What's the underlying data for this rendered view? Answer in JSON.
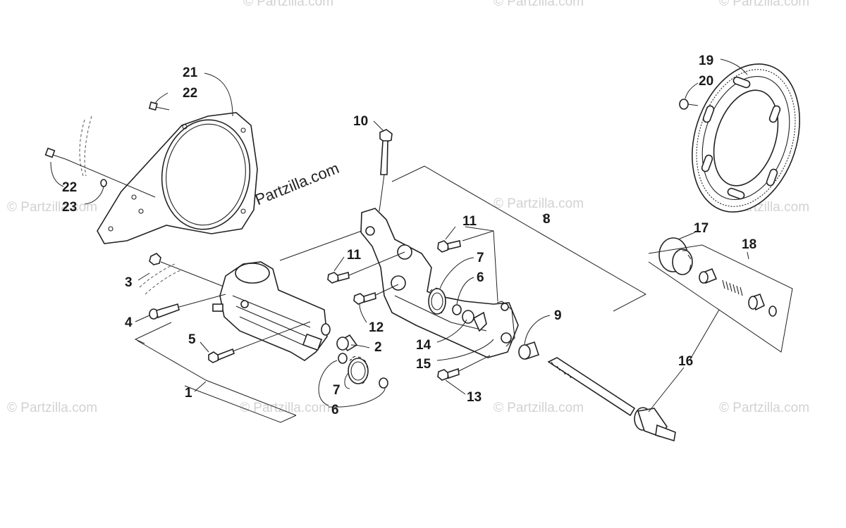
{
  "watermark": {
    "main": "© Partzilla.com",
    "repeat": "© Partzilla.com"
  },
  "callouts": {
    "c1": "1",
    "c2": "2",
    "c3": "3",
    "c4": "4",
    "c5": "5",
    "c6a": "6",
    "c6b": "6",
    "c7a": "7",
    "c7b": "7",
    "c8": "8",
    "c9": "9",
    "c10": "10",
    "c11a": "11",
    "c11b": "11",
    "c12": "12",
    "c13": "13",
    "c14": "14",
    "c15": "15",
    "c16": "16",
    "c17": "17",
    "c18": "18",
    "c19": "19",
    "c20": "20",
    "c21": "21",
    "c22a": "22",
    "c22b": "22",
    "c23": "23"
  }
}
